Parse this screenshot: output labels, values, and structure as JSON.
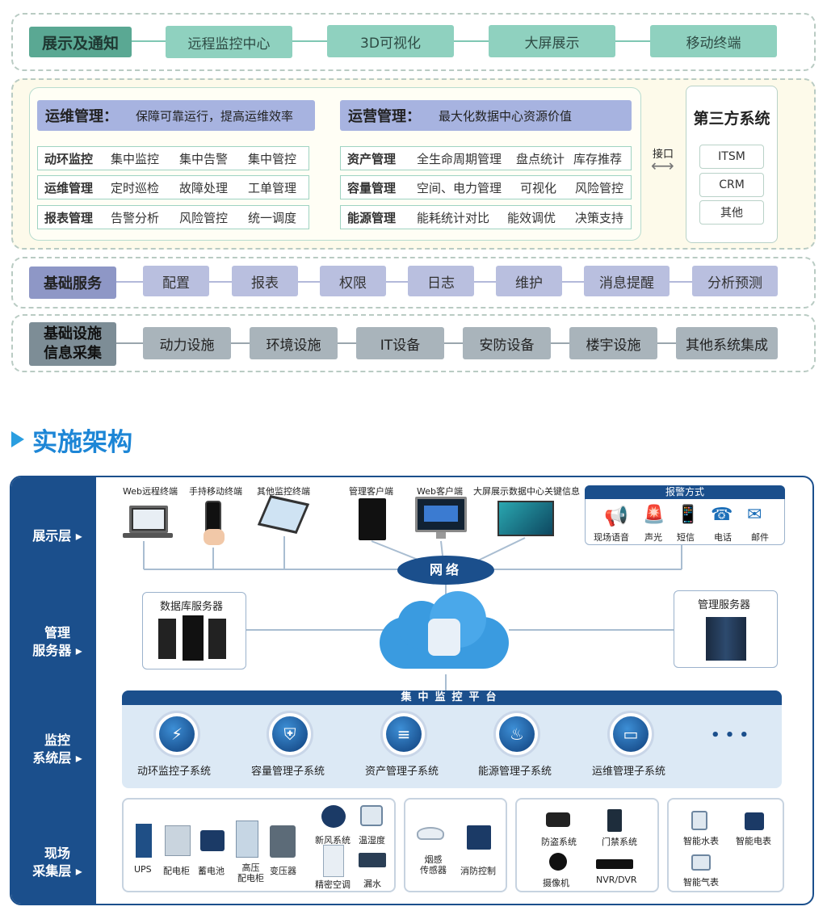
{
  "arch": {
    "row1": {
      "title": "展示及通知",
      "items": [
        "远程监控中心",
        "3D可视化",
        "大屏展示",
        "移动终端"
      ]
    },
    "ops": {
      "title": "运维管理：",
      "desc": "保障可靠运行，提高运维效率",
      "rows": [
        {
          "name": "动环监控",
          "items": [
            "集中监控",
            "集中告警",
            "集中管控"
          ]
        },
        {
          "name": "运维管理",
          "items": [
            "定时巡检",
            "故障处理",
            "工单管理"
          ]
        },
        {
          "name": "报表管理",
          "items": [
            "告警分析",
            "风险管控",
            "统一调度"
          ]
        }
      ]
    },
    "biz": {
      "title": "运营管理：",
      "desc": "最大化数据中心资源价值",
      "rows": [
        {
          "name": "资产管理",
          "items": [
            "全生命周期管理",
            "盘点统计",
            "库存推荐"
          ]
        },
        {
          "name": "容量管理",
          "items": [
            "空间、电力管理",
            "可视化",
            "风险管控"
          ]
        },
        {
          "name": "能源管理",
          "items": [
            "能耗统计对比",
            "能效调优",
            "决策支持"
          ]
        }
      ]
    },
    "interface": "接口",
    "third": {
      "title": "第三方系统",
      "items": [
        "ITSM",
        "CRM",
        "其他"
      ]
    },
    "basic": {
      "title": "基础服务",
      "items": [
        "配置",
        "报表",
        "权限",
        "日志",
        "维护",
        "消息提醒",
        "分析预测"
      ]
    },
    "infra": {
      "title_l1": "基础设施",
      "title_l2": "信息采集",
      "items": [
        "动力设施",
        "环境设施",
        "IT设备",
        "安防设备",
        "楼宇设施",
        "其他系统集成"
      ]
    }
  },
  "section_title": "实施架构",
  "impl": {
    "layers": [
      {
        "l1": "展示层",
        "l2": ""
      },
      {
        "l1": "管理",
        "l2": "服务器"
      },
      {
        "l1": "监控",
        "l2": "系统层"
      },
      {
        "l1": "现场",
        "l2": "采集层"
      }
    ],
    "terminals": [
      "Web远程终端",
      "手持移动终端",
      "其他监控终端",
      "管理客户端",
      "Web客户端",
      "大屏展示数据中心关键信息"
    ],
    "alarm": {
      "title": "报警方式",
      "items": [
        "现场语音",
        "声光",
        "短信",
        "电话",
        "邮件"
      ]
    },
    "network": "网络",
    "db_server": "数据库服务器",
    "mgmt_server": "管理服务器",
    "platform": "集中监控平台",
    "subsystems": [
      "动环监控子系统",
      "容量管理子系统",
      "资产管理子系统",
      "能源管理子系统",
      "运维管理子系统"
    ],
    "more": "• • •",
    "field": {
      "power": [
        "UPS",
        "配电柜",
        "蓄电池",
        "高压\n配电柜",
        "变压器"
      ],
      "env": [
        "新风系统",
        "温湿度",
        "精密空调",
        "漏水"
      ],
      "fire": [
        "烟感\n传感器",
        "消防控制"
      ],
      "security": [
        "防盗系统",
        "门禁系统",
        "摄像机",
        "NVR/DVR"
      ],
      "meter": [
        "智能水表",
        "智能电表",
        "智能气表"
      ]
    }
  },
  "colors": {
    "green": "#8fd1bf",
    "green_dark": "#5aa893",
    "navy": "#1b4f8c",
    "lavender": "#b9bfdf",
    "gray": "#a9b4bb"
  }
}
